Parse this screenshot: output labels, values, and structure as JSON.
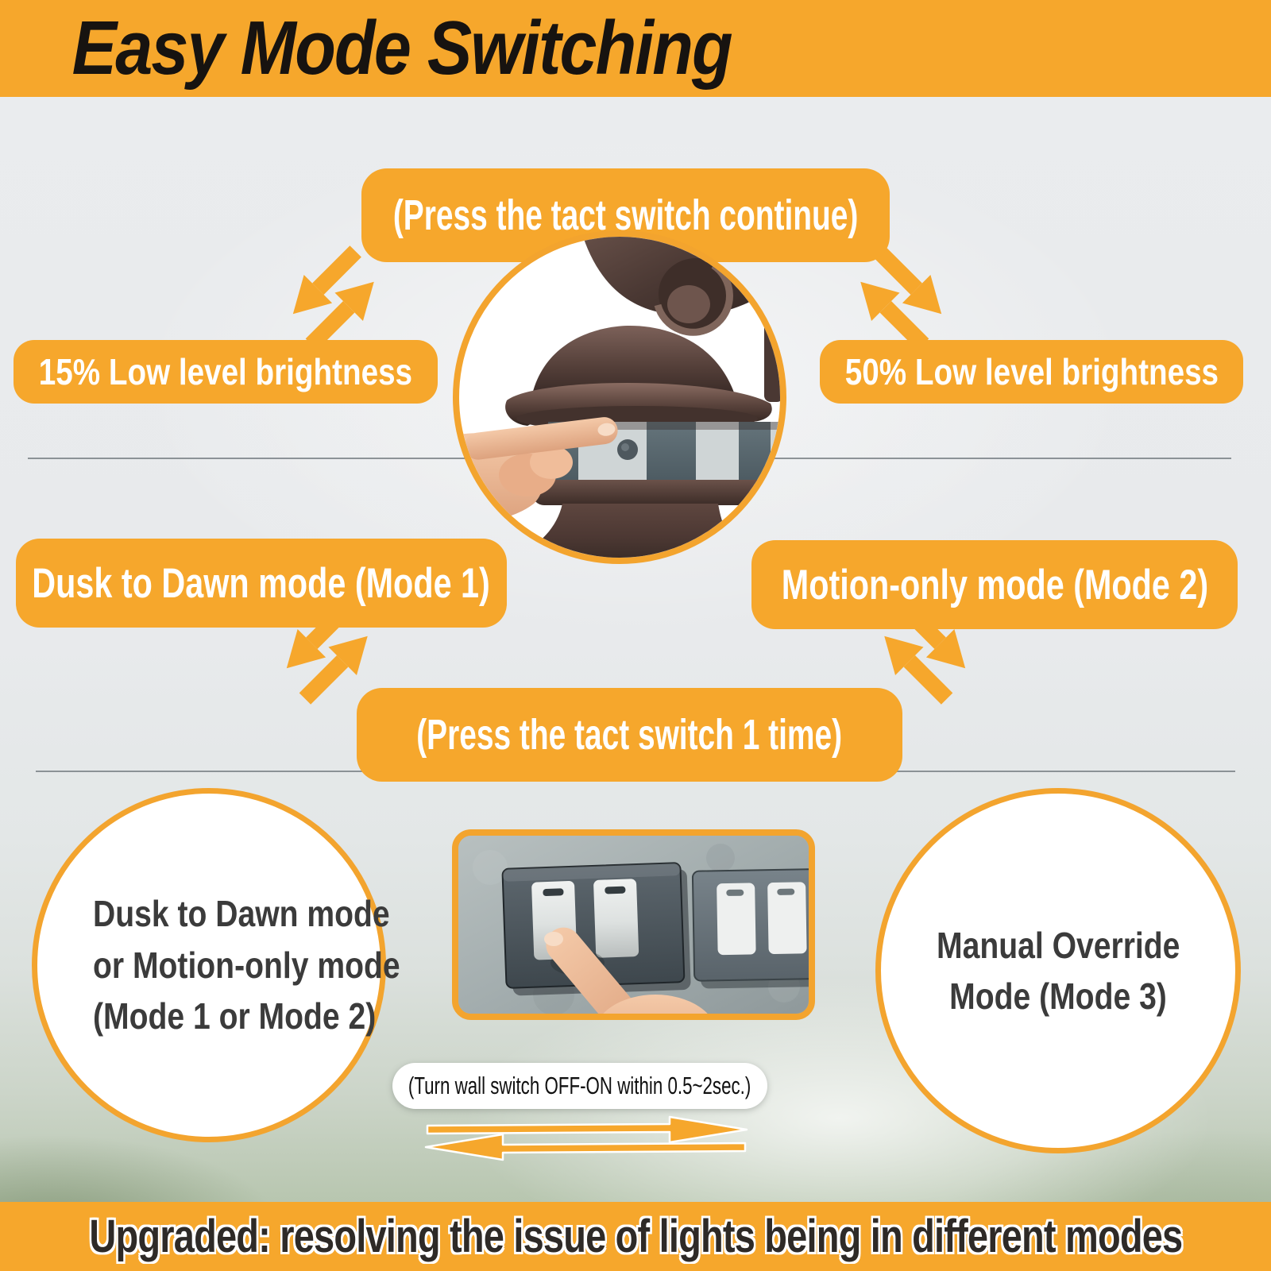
{
  "header": {
    "title": "Easy Mode Switching"
  },
  "diagram": {
    "press_continue_pill": "(Press the tact switch continue)",
    "brightness_left_pill": "15% Low level brightness",
    "brightness_right_pill": "50% Low level brightness",
    "mode1_pill": "Dusk to Dawn mode (Mode 1)",
    "mode2_pill": "Motion-only mode (Mode 2)",
    "press_once_pill": "(Press the tact switch 1 time)"
  },
  "bottom_section": {
    "left_circle_lines": [
      "Dusk to Dawn mode",
      "or Motion-only mode",
      "(Mode 1 or Mode 2)"
    ],
    "right_circle_lines": [
      "Manual Override",
      "Mode (Mode 3)"
    ],
    "wall_switch_caption": "(Turn wall switch OFF-ON within 0.5~2sec.)"
  },
  "footer": {
    "text": "Upgraded: resolving the issue of lights being in different modes"
  },
  "colors": {
    "accent_orange": "#F6A72C",
    "pill_text": "#FFFFFF",
    "title_text": "#171310",
    "circle_text": "#3B3B3B",
    "divider_gray": "#7B8287",
    "footer_text": "#2E2A27",
    "lantern_brown": "#4C3A34",
    "background_gray": "#E8EAEC"
  },
  "icons": {
    "diagonal_pair": "double-diagonal-swap-arrows",
    "horizontal_pair": "double-horizontal-swap-arrow",
    "lantern": "sensor-lantern-photo",
    "wall_switch": "wall-switch-photo"
  }
}
